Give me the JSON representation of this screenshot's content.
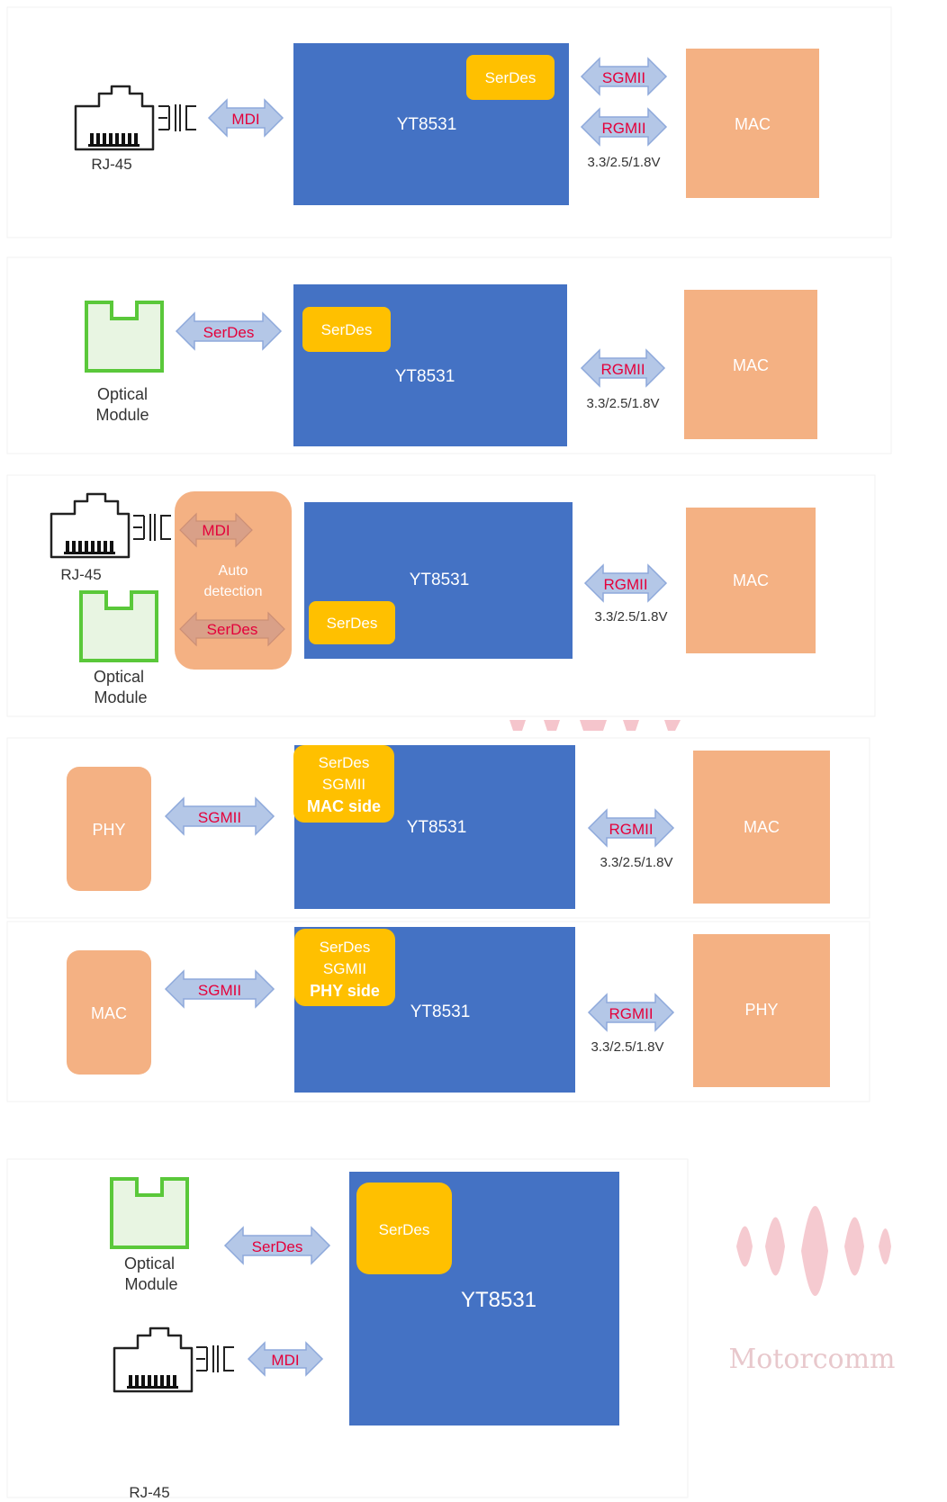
{
  "colors": {
    "chip_blue": "#4472c4",
    "serdes_yellow": "#ffc000",
    "mac_salmon": "#f4b183",
    "arrow_fill": "#b4c7e7",
    "arrow_stroke": "#8ea9db",
    "label_red": "#e4003a",
    "optical_green": "#5ac83a",
    "optical_fill": "#e8f5e2",
    "auto_box": "#f4b183",
    "watermark": "#f5c5cc"
  },
  "common": {
    "chip": "YT8531",
    "serdes": "SerDes",
    "mac": "MAC",
    "phy": "PHY",
    "rj45": "RJ-45",
    "optical_line1": "Optical",
    "optical_line2": "Module",
    "voltage": "3.3/2.5/1.8V",
    "sgmii": "SGMII",
    "rgmii": "RGMII",
    "mdi": "MDI"
  },
  "panel3": {
    "auto_line1": "Auto",
    "auto_line2": "detection"
  },
  "panel4": {
    "serdes_line1": "SerDes",
    "serdes_line2": "SGMII",
    "serdes_line3": "MAC side"
  },
  "panel5": {
    "serdes_line1": "SerDes",
    "serdes_line2": "SGMII",
    "serdes_line3": "PHY side"
  },
  "watermark": {
    "text": "Motorcomm"
  },
  "icons": [
    "rj45-icon",
    "transformer-icon",
    "double-arrow-icon",
    "optical-module-icon",
    "logo-icon"
  ]
}
